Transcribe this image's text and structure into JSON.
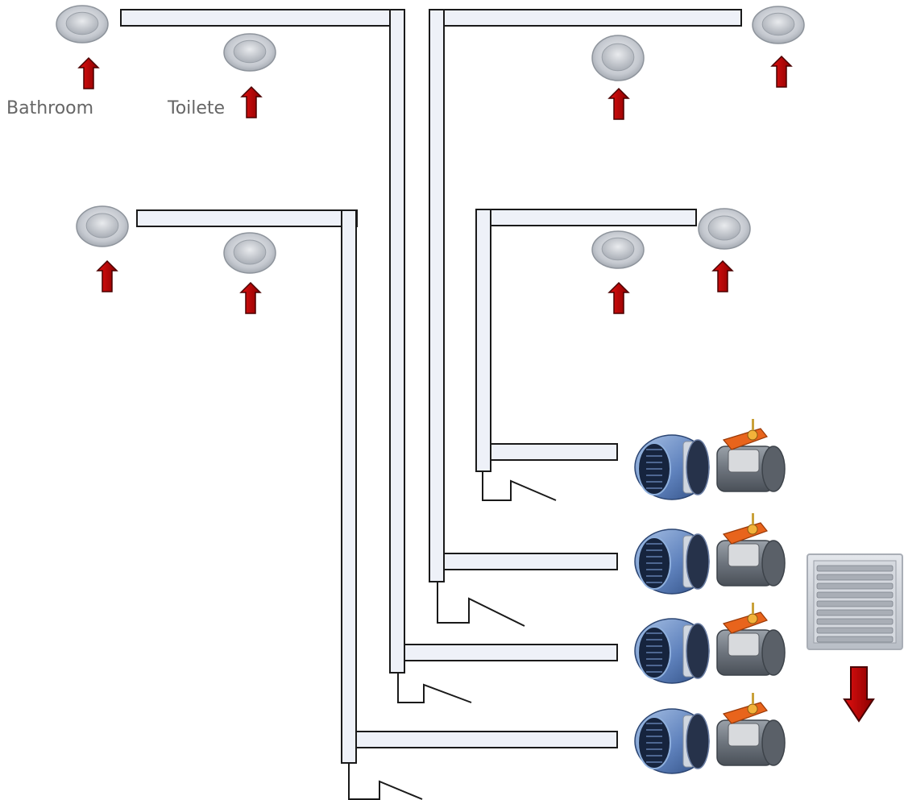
{
  "labels": {
    "bathroom": "Bathroom",
    "toilet": "Toilete"
  },
  "colors": {
    "arrow": "#c00000",
    "arrow_dark": "#5a0000",
    "duct_fill": "#eef1f8",
    "duct_stroke": "#1a1a1a",
    "vent": "#b7bcc4",
    "fan_blue": "#3a5f9c",
    "damper_gray": "#6c737c",
    "actuator_orange": "#e8641c"
  },
  "icons": {
    "ceiling_vent": "ceiling-vent-icon",
    "up_arrow": "up-arrow-icon",
    "down_arrow": "down-arrow-icon",
    "fan": "inline-duct-fan-icon",
    "damper": "motorized-damper-icon",
    "louver": "exhaust-louver-icon",
    "backdraft": "backdraft-flap-icon"
  },
  "extraction_points": 8,
  "fan_units": 4
}
